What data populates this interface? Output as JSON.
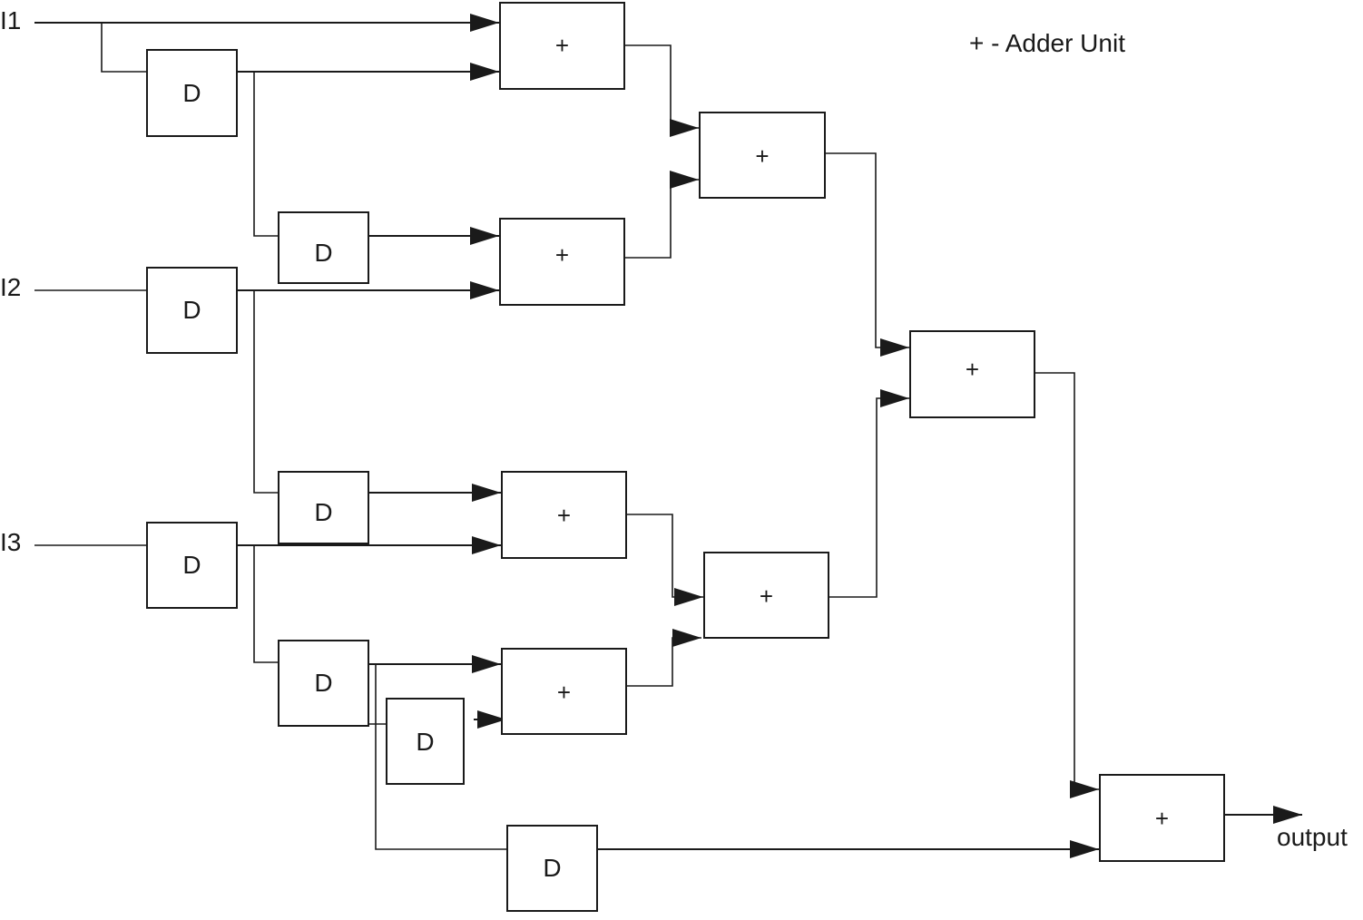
{
  "inputs": {
    "i1": "I1",
    "i2": "I2",
    "i3": "I3"
  },
  "output": "output",
  "legend": "+ - Adder Unit",
  "delay_label": "D",
  "adder_label": "+"
}
